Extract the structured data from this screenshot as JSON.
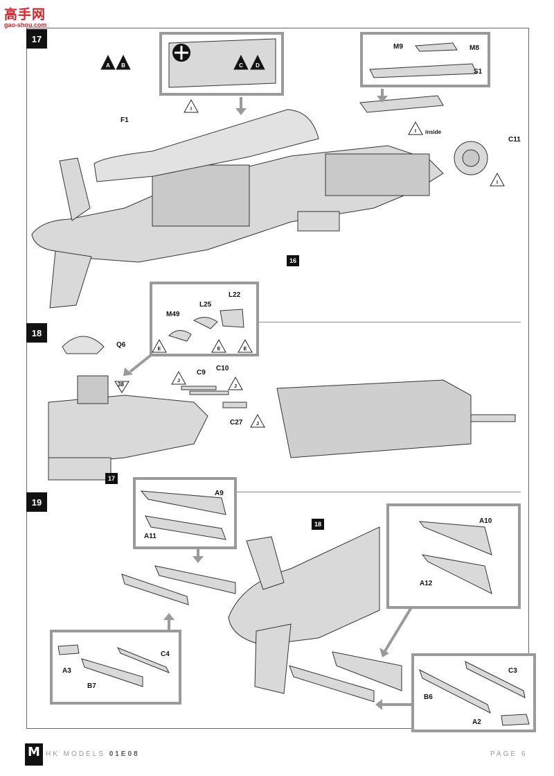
{
  "watermark": {
    "main": "高手网",
    "sub": "gao-shou.com"
  },
  "steps": [
    {
      "number": "17",
      "labels": {
        "F1": "F1",
        "M9": "M9",
        "M8": "M8",
        "S1": "S1",
        "C11": "C11",
        "inside": "inside",
        "ref": "16"
      },
      "glue_marks": [
        "A",
        "B",
        "C",
        "D"
      ],
      "paint_marks": [
        "I",
        "I",
        "I"
      ]
    },
    {
      "number": "18",
      "labels": {
        "M49": "M49",
        "L25": "L25",
        "L22": "L22",
        "Q6": "Q6",
        "C9": "C9",
        "C10": "C10",
        "C27": "C27",
        "ref": "17",
        "ref2": "38"
      },
      "paint_marks": [
        "E",
        "E",
        "E",
        "J",
        "J",
        "J"
      ]
    },
    {
      "number": "19",
      "labels": {
        "A9": "A9",
        "A11": "A11",
        "A10": "A10",
        "A12": "A12",
        "C4": "C4",
        "A3": "A3",
        "B7": "B7",
        "C3": "C3",
        "B6": "B6",
        "A2": "A2",
        "ref": "18"
      }
    }
  ],
  "footer": {
    "brand": "HK MODELS",
    "code": "01E08",
    "page": "PAGE 6"
  },
  "colors": {
    "part": "#d9d9d9",
    "line": "#333333",
    "callout": "#9a9a9a",
    "watermark": "#d8202a"
  }
}
